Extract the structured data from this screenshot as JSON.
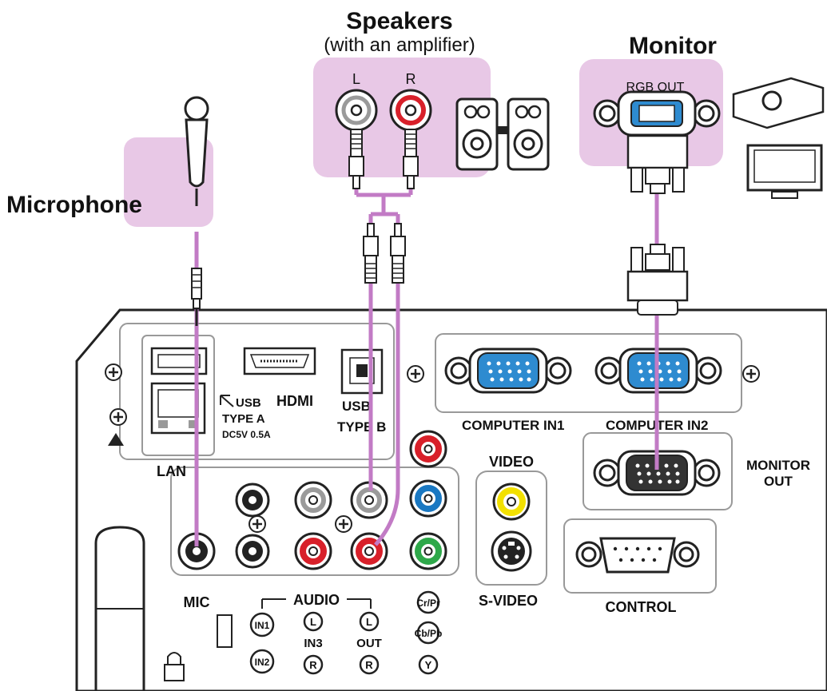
{
  "callouts": {
    "speakers_title": "Speakers",
    "speakers_sub": "(with an amplifier)",
    "monitor_title": "Monitor",
    "microphone_title": "Microphone",
    "rgb_out": "RGB OUT",
    "spk_left": "L",
    "spk_right": "R"
  },
  "panel": {
    "lan": "LAN",
    "usb_a_1": "USB",
    "usb_a_2": "TYPE A",
    "usb_a_3": "DC5V 0.5A",
    "hdmi": "HDMI",
    "usb_b_1": "USB",
    "usb_b_2": "TYPE B",
    "computer_in1": "COMPUTER IN1",
    "computer_in2": "COMPUTER IN2",
    "video": "VIDEO",
    "s_video": "S-VIDEO",
    "monitor_out_1": "MONITOR",
    "monitor_out_2": "OUT",
    "control": "CONTROL",
    "mic": "MIC",
    "audio": "AUDIO",
    "in1": "IN1",
    "in2": "IN2",
    "in3": "IN3",
    "out": "OUT",
    "l": "L",
    "r": "R",
    "cr_pr": "Cr/Pr",
    "cb_pb": "Cb/Pb",
    "y": "Y"
  },
  "colors": {
    "cable": "#c27bc5",
    "highlight": "#e8c8e6",
    "red_jack": "#d8202a",
    "blue_jack": "#1a78c2",
    "green_jack": "#2ea84a",
    "yellow_jack": "#f2e000",
    "vga_blue": "#2e8bd0"
  }
}
